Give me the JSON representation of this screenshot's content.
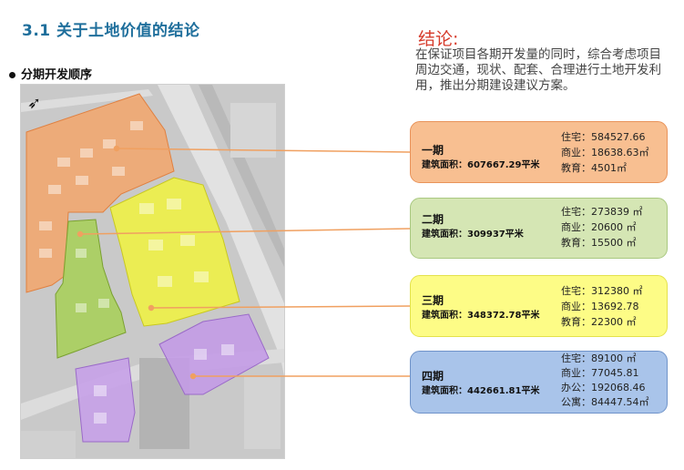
{
  "title": "3.1  关于土地价值的结论",
  "subheading": "分期开发顺序",
  "conclusion": {
    "heading": "结论:",
    "text": "在保证项目各期开发量的同时，综合考虑项目周边交通，现状、配套、合理进行土地开发利用，推出分期建设建议方案。"
  },
  "compass_glyph": "➶",
  "colors": {
    "title": "#1f6f9c",
    "conclusion_heading": "#d63b2b",
    "connector_line": "#f0a060",
    "phase1": "#f8bf91",
    "phase2": "#d5e6b4",
    "phase3": "#fdfc86",
    "phase4": "#a9c4ea"
  },
  "phases": [
    {
      "name": "一期",
      "area": "建筑面积：607667.29平米",
      "stats": [
        "住宅：584527.66",
        "商业：18638.63㎡",
        "教育：4501㎡"
      ]
    },
    {
      "name": "二期",
      "area": "建筑面积：309937平米",
      "stats": [
        "住宅：273839 ㎡",
        "商业：20600 ㎡",
        "教育：15500 ㎡"
      ]
    },
    {
      "name": "三期",
      "area": "建筑面积：348372.78平米",
      "stats": [
        "住宅：312380 ㎡",
        "商业：13692.78",
        "教育：22300 ㎡"
      ]
    },
    {
      "name": "四期",
      "area": "建筑面积：442661.81平米",
      "stats": [
        "住宅：89100 ㎡",
        "商业：77045.81",
        "办公：192068.46",
        "公寓：84447.54㎡"
      ]
    }
  ]
}
